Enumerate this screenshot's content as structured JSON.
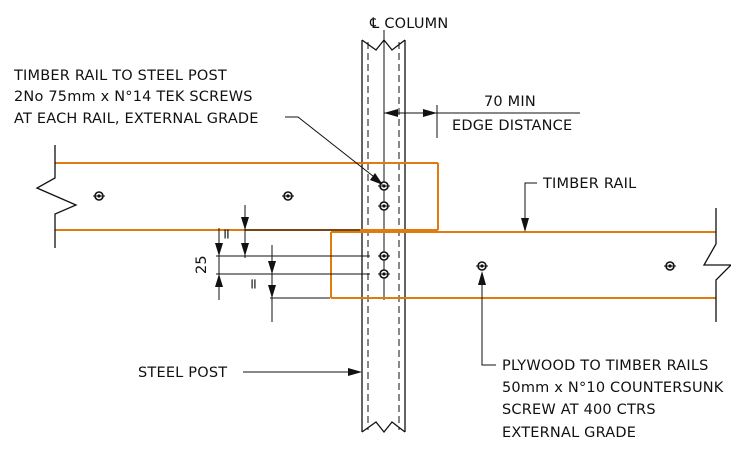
{
  "labels": {
    "column": "℄ COLUMN",
    "timber_rail_to_post": [
      "TIMBER RAIL TO STEEL POST",
      "2No 75mm x N°14 TEK SCREWS",
      "AT EACH RAIL, EXTERNAL GRADE"
    ],
    "min_distance": "70 MIN",
    "edge_distance": "EDGE DISTANCE",
    "timber_rail": "TIMBER RAIL",
    "dimension_25": "25",
    "equal_mark": "=",
    "steel_post": "STEEL POST",
    "plywood_to_rails": [
      "PLYWOOD TO TIMBER RAILS",
      "50mm x N°10 COUNTERSUNK",
      "SCREW AT 400 CTRS",
      "EXTERNAL GRADE"
    ]
  },
  "colors": {
    "line": "#111111",
    "timber_rail": "#e07b10",
    "background": "#ffffff"
  }
}
